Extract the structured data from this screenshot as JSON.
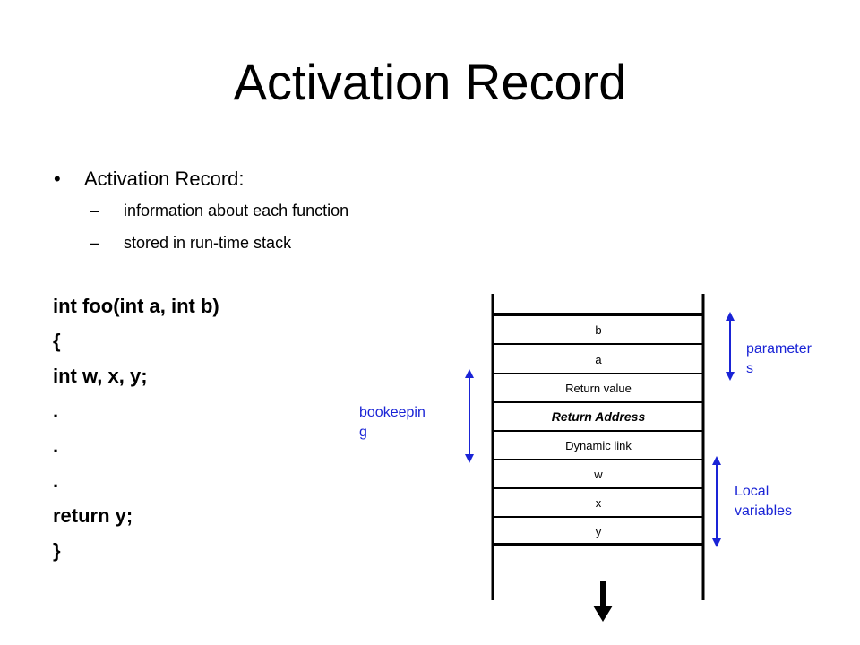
{
  "title": "Activation Record",
  "bullet": {
    "symbol": "•",
    "text": "Activation Record:",
    "subitems": [
      {
        "dash": "–",
        "text": "information about each function"
      },
      {
        "dash": "–",
        "text": "stored in run-time stack"
      }
    ]
  },
  "code": [
    "int foo(int a, int b)",
    "{",
    "int w, x, y;",
    ".",
    ".",
    ".",
    "return y;",
    "}"
  ],
  "stack": {
    "cells": [
      "b",
      "a",
      "Return value",
      "Return Address",
      "Dynamic link",
      "w",
      "x",
      "y"
    ],
    "highlighted": "Return Address"
  },
  "annotations": {
    "parameters": [
      "parameter",
      "s"
    ],
    "bookkeeping": [
      "bookeepin",
      "g"
    ],
    "locals": [
      "Local",
      "variables"
    ]
  },
  "colors": {
    "annotation": "#1a24d6",
    "lines": "#000000"
  }
}
